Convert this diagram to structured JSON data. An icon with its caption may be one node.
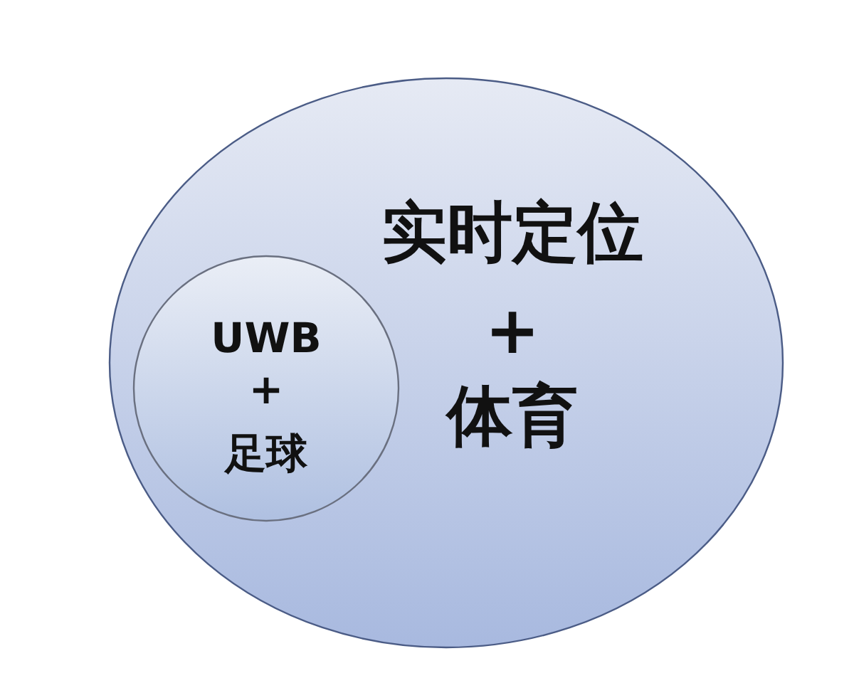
{
  "diagram": {
    "nodes": [
      {
        "text": [
          "实时定位",
          "+",
          "体育"
        ]
      },
      {
        "text": [
          "UWB",
          "+",
          "足球"
        ],
        "in": 0
      }
    ]
  }
}
